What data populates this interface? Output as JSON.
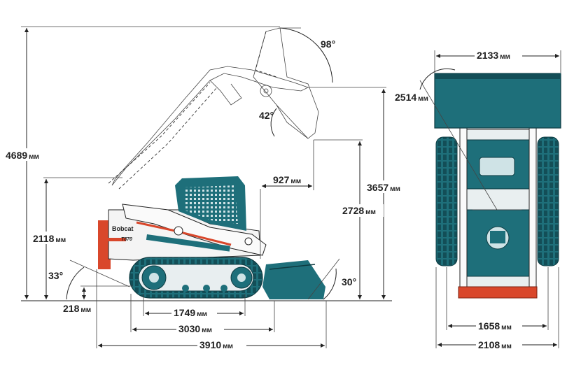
{
  "unit": "мм",
  "dimensions": {
    "overall_height": "4689",
    "hinge_pin_height": "3657",
    "dump_height": "2728",
    "reach": "927",
    "cab_height": "2118",
    "ground_clearance": "218",
    "track_contact": "1749",
    "track_length": "3030",
    "overall_length": "3910",
    "bucket_width": "2133",
    "turn_radius": "2514",
    "track_gauge": "1658",
    "overall_width": "2108"
  },
  "angles": {
    "rollback_top": "98°",
    "dump_angle": "42°",
    "departure": "33°",
    "approach": "30°"
  },
  "branding": {
    "brand": "Bobcat",
    "model": "T870"
  },
  "colors": {
    "body": "#1e6f7a",
    "accent": "#d9472b",
    "line": "#222222"
  }
}
